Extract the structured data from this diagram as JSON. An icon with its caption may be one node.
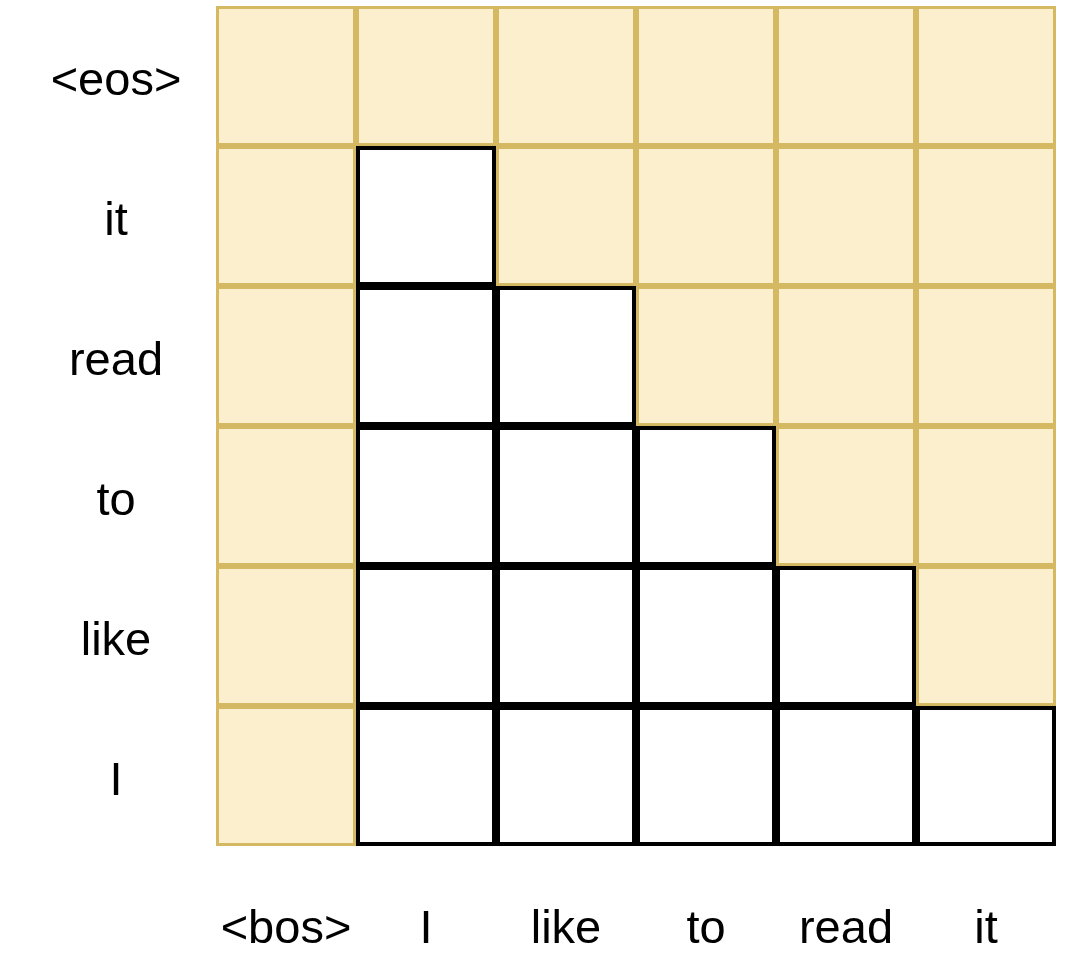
{
  "diagram": {
    "labels": [
      "<eos>",
      "it",
      "read",
      "to",
      "like",
      "I",
      "<bos>",
      "I",
      "like",
      "to",
      "read",
      "it"
    ]
  }
}
